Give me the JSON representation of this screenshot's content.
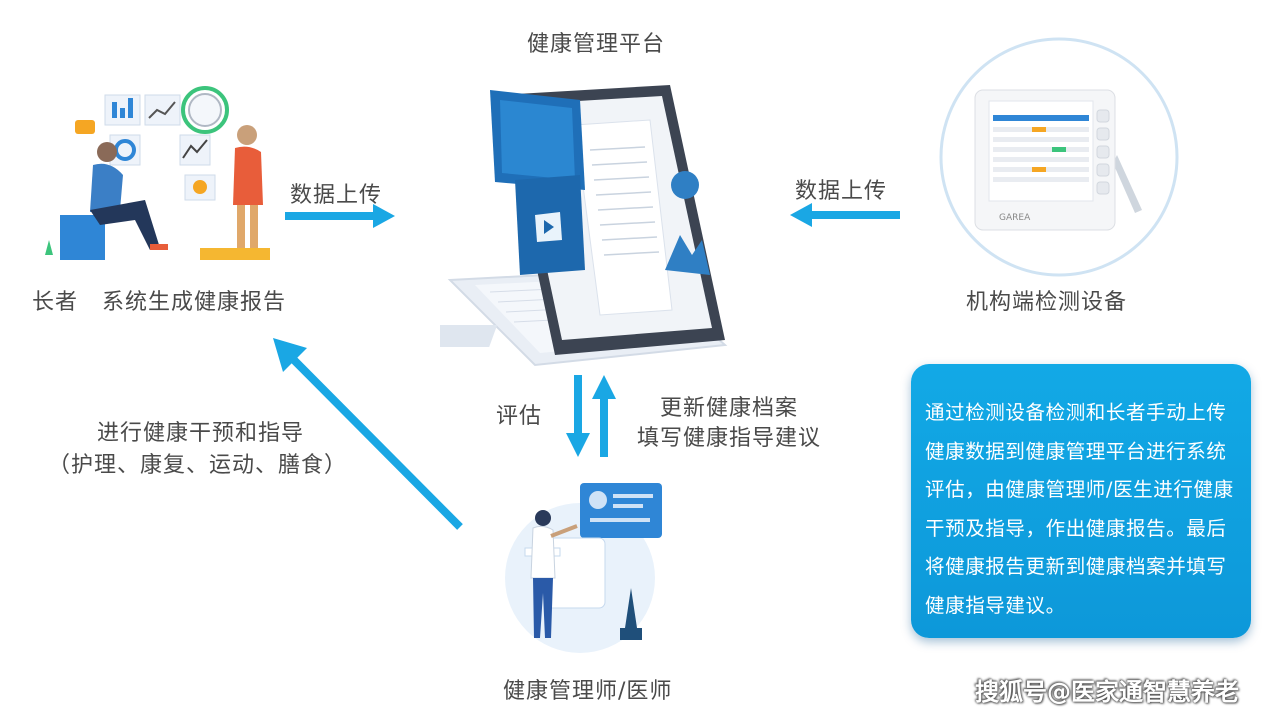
{
  "nodes": {
    "platform": "健康管理平台",
    "elder": "长者   系统生成健康报告",
    "device": "机构端检测设备",
    "manager": "健康管理师/医师"
  },
  "edges": {
    "upload_left": "数据上传",
    "upload_right": "数据上传",
    "evaluate": "评估",
    "update_line1": "更新健康档案",
    "update_line2": "填写健康指导建议",
    "intervene_line1": "进行健康干预和指导",
    "intervene_line2": "（护理、康复、运动、膳食）"
  },
  "device_brand": "GAREA",
  "info": "通过检测设备检测和长者手动上传健康数据到健康管理平台进行系统评估，由健康管理师/医生进行健康干预及指导，作出健康报告。最后将健康报告更新到健康档案并填写健康指导建议。",
  "watermark": "搜狐号@医家通智慧养老",
  "colors": {
    "arrow": "#1aa7e4",
    "box": "#12a9e6"
  }
}
